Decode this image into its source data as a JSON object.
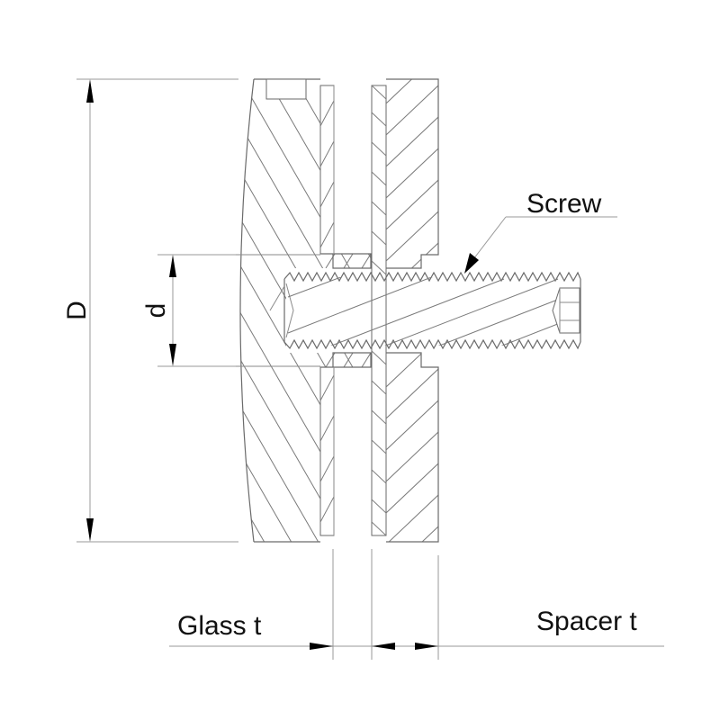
{
  "diagram": {
    "type": "technical-cross-section",
    "subject": "Glass standoff / clamp fitting assembly",
    "labels": {
      "outer_diameter": "D",
      "inner_diameter": "d",
      "screw": "Screw",
      "glass_thickness": "Glass t",
      "spacer_thickness": "Spacer t"
    },
    "parts": [
      {
        "name": "cap",
        "description": "Outer cap head with curved face, hatched"
      },
      {
        "name": "glass-panel",
        "description": "Glass sheet sandwiched between cap and spacer"
      },
      {
        "name": "gasket-left",
        "description": "Thin gasket between cap and glass"
      },
      {
        "name": "gasket-right",
        "description": "Thin gasket between glass and spacer"
      },
      {
        "name": "spacer",
        "description": "Back spacer block, hatched"
      },
      {
        "name": "screw",
        "description": "Threaded screw with hex socket end"
      }
    ],
    "colors": {
      "line": "#7a7a7a",
      "text": "#111111",
      "arrow": "#000000",
      "background": "#ffffff"
    }
  }
}
